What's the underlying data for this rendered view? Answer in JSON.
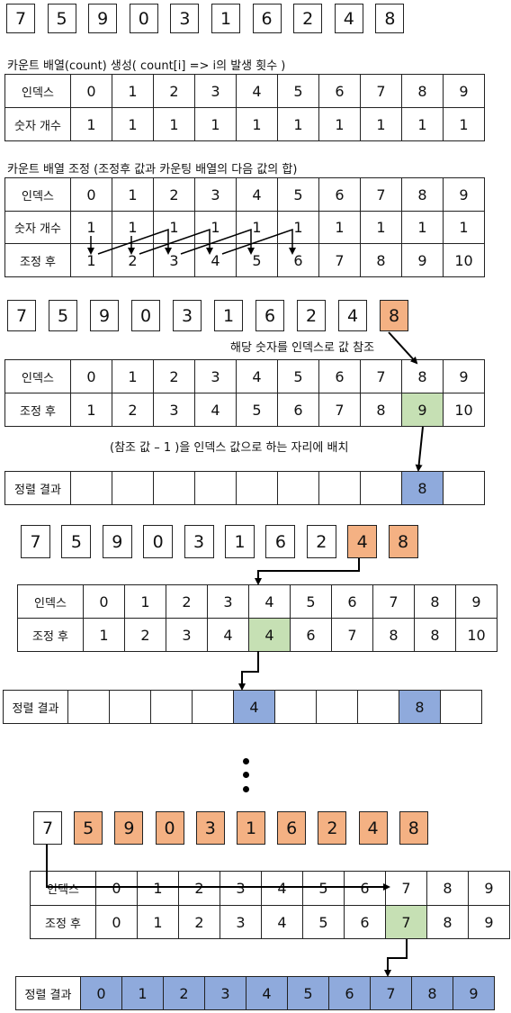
{
  "input_array": [
    "7",
    "5",
    "9",
    "0",
    "3",
    "1",
    "6",
    "2",
    "4",
    "8"
  ],
  "section1_caption": "카운트 배열(count) 생성( count[i] => i의 발생 횟수 )",
  "section2_caption": "카운트 배열 조정 (조정후 값과 카운팅 배열의 다음 값의 합)",
  "labels": {
    "index": "인덱스",
    "count": "숫자 개수",
    "adjusted": "조정 후",
    "result": "정렬 결과"
  },
  "index_values": [
    "0",
    "1",
    "2",
    "3",
    "4",
    "5",
    "6",
    "7",
    "8",
    "9"
  ],
  "count_values": [
    "1",
    "1",
    "1",
    "1",
    "1",
    "1",
    "1",
    "1",
    "1",
    "1"
  ],
  "adjusted_values": [
    "1",
    "2",
    "3",
    "4",
    "5",
    "6",
    "7",
    "8",
    "9",
    "10"
  ],
  "step1": {
    "note_top": "해당 숫자를 인덱스로 값 참조",
    "note_bottom": "(참조 값 – 1 )을 인덱스 값으로 하는 자리에 배치",
    "result": [
      "",
      "",
      "",
      "",
      "",
      "",
      "",
      "",
      "8",
      ""
    ]
  },
  "step2": {
    "adjusted": [
      "1",
      "2",
      "3",
      "4",
      "4",
      "6",
      "7",
      "8",
      "8",
      "10"
    ],
    "result": [
      "",
      "",
      "",
      "",
      "4",
      "",
      "",
      "",
      "8",
      ""
    ]
  },
  "step_final": {
    "adjusted": [
      "0",
      "1",
      "2",
      "3",
      "4",
      "5",
      "6",
      "7",
      "8",
      "9"
    ],
    "result": [
      "0",
      "1",
      "2",
      "3",
      "4",
      "5",
      "6",
      "7",
      "8",
      "9"
    ]
  },
  "colors": {
    "orange": "#f4b183",
    "green": "#c6e0b4",
    "blue": "#8faadc"
  }
}
